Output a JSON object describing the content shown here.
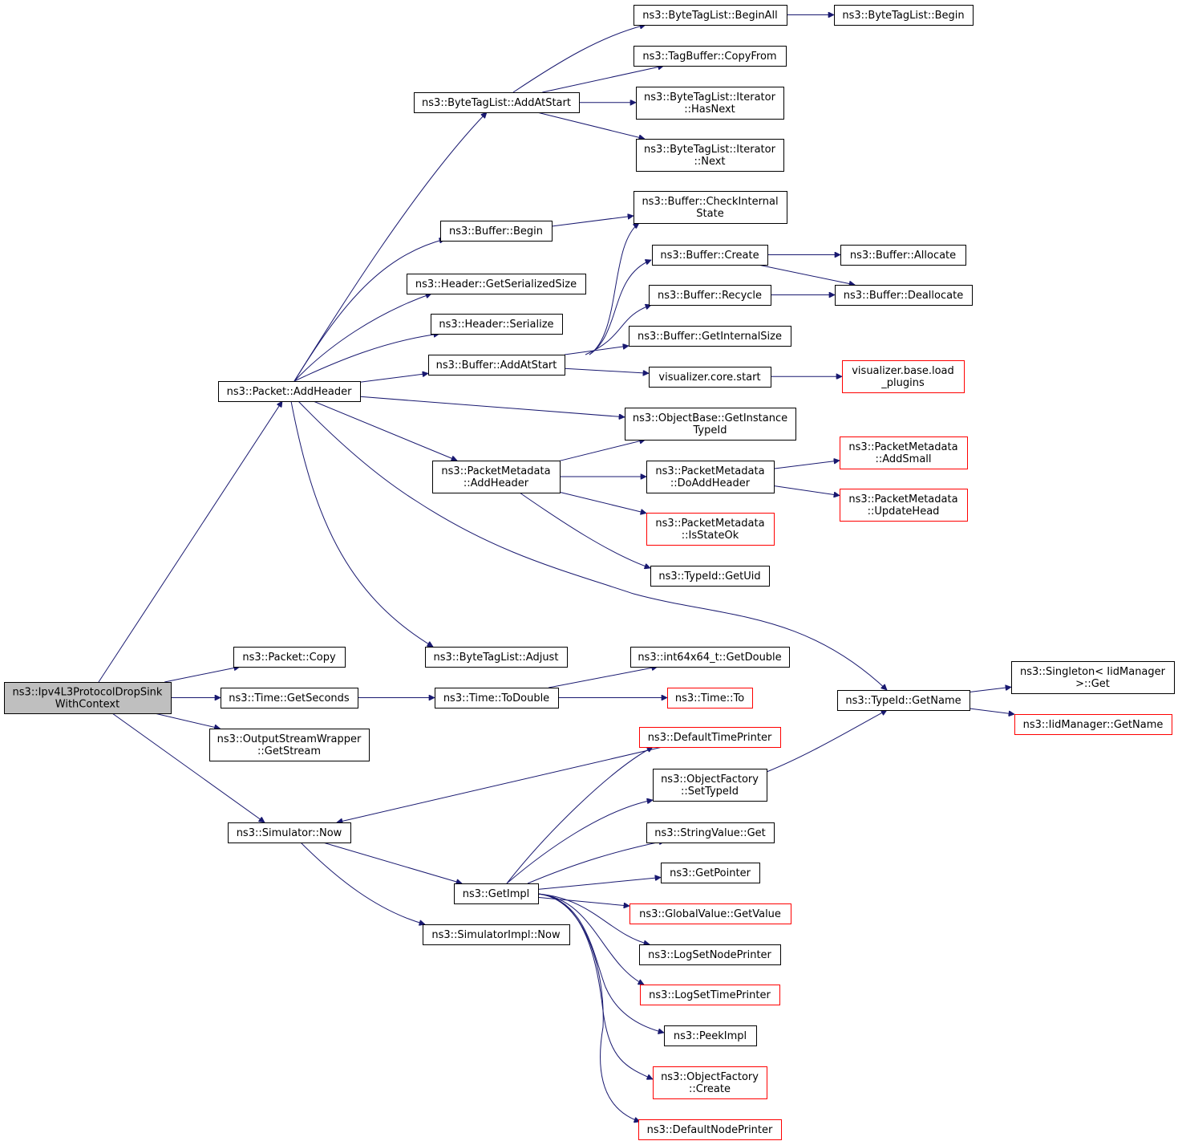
{
  "colors": {
    "edge": "#191970",
    "border_normal": "#000000",
    "border_truncated": "#ff0000",
    "fill_root": "#bfbfbf",
    "fill_normal": "#ffffff"
  },
  "nodes": [
    {
      "id": "root",
      "lines": [
        "ns3::Ipv4L3ProtocolDropSink",
        "WithContext"
      ],
      "style": "root"
    },
    {
      "id": "packet_addheader",
      "lines": [
        "ns3::Packet::AddHeader"
      ],
      "style": "normal"
    },
    {
      "id": "packet_copy",
      "lines": [
        "ns3::Packet::Copy"
      ],
      "style": "normal"
    },
    {
      "id": "time_getseconds",
      "lines": [
        "ns3::Time::GetSeconds"
      ],
      "style": "normal"
    },
    {
      "id": "osw_getstream",
      "lines": [
        "ns3::OutputStreamWrapper",
        "::GetStream"
      ],
      "style": "normal"
    },
    {
      "id": "sim_now",
      "lines": [
        "ns3::Simulator::Now"
      ],
      "style": "normal"
    },
    {
      "id": "btl_addatstart",
      "lines": [
        "ns3::ByteTagList::AddAtStart"
      ],
      "style": "normal"
    },
    {
      "id": "buffer_begin",
      "lines": [
        "ns3::Buffer::Begin"
      ],
      "style": "normal"
    },
    {
      "id": "header_getsersize",
      "lines": [
        "ns3::Header::GetSerializedSize"
      ],
      "style": "normal"
    },
    {
      "id": "header_serialize",
      "lines": [
        "ns3::Header::Serialize"
      ],
      "style": "normal"
    },
    {
      "id": "buffer_addatstart",
      "lines": [
        "ns3::Buffer::AddAtStart"
      ],
      "style": "normal"
    },
    {
      "id": "pm_addheader",
      "lines": [
        "ns3::PacketMetadata",
        "::AddHeader"
      ],
      "style": "normal"
    },
    {
      "id": "btl_adjust",
      "lines": [
        "ns3::ByteTagList::Adjust"
      ],
      "style": "normal"
    },
    {
      "id": "time_todouble",
      "lines": [
        "ns3::Time::ToDouble"
      ],
      "style": "normal"
    },
    {
      "id": "getimpl",
      "lines": [
        "ns3::GetImpl"
      ],
      "style": "normal"
    },
    {
      "id": "simimpl_now",
      "lines": [
        "ns3::SimulatorImpl::Now"
      ],
      "style": "normal"
    },
    {
      "id": "btl_beginall",
      "lines": [
        "ns3::ByteTagList::BeginAll"
      ],
      "style": "normal"
    },
    {
      "id": "tagbuffer_copyfrom",
      "lines": [
        "ns3::TagBuffer::CopyFrom"
      ],
      "style": "normal"
    },
    {
      "id": "btl_iter_hasnext",
      "lines": [
        "ns3::ByteTagList::Iterator",
        "::HasNext"
      ],
      "style": "normal"
    },
    {
      "id": "btl_iter_next",
      "lines": [
        "ns3::ByteTagList::Iterator",
        "::Next"
      ],
      "style": "normal"
    },
    {
      "id": "buffer_checkinternal",
      "lines": [
        "ns3::Buffer::CheckInternal",
        "State"
      ],
      "style": "normal"
    },
    {
      "id": "buffer_create",
      "lines": [
        "ns3::Buffer::Create"
      ],
      "style": "normal"
    },
    {
      "id": "buffer_recycle",
      "lines": [
        "ns3::Buffer::Recycle"
      ],
      "style": "normal"
    },
    {
      "id": "buffer_getinternalsize",
      "lines": [
        "ns3::Buffer::GetInternalSize"
      ],
      "style": "normal"
    },
    {
      "id": "vis_core_start",
      "lines": [
        "visualizer.core.start"
      ],
      "style": "normal"
    },
    {
      "id": "objbase_getinstancetypeid",
      "lines": [
        "ns3::ObjectBase::GetInstance",
        "TypeId"
      ],
      "style": "normal"
    },
    {
      "id": "pm_doaddheader",
      "lines": [
        "ns3::PacketMetadata",
        "::DoAddHeader"
      ],
      "style": "normal"
    },
    {
      "id": "pm_isstateok",
      "lines": [
        "ns3::PacketMetadata",
        "::IsStateOk"
      ],
      "style": "truncated"
    },
    {
      "id": "typeid_getuid",
      "lines": [
        "ns3::TypeId::GetUid"
      ],
      "style": "normal"
    },
    {
      "id": "int64_getdouble",
      "lines": [
        "ns3::int64x64_t::GetDouble"
      ],
      "style": "normal"
    },
    {
      "id": "time_to",
      "lines": [
        "ns3::Time::To"
      ],
      "style": "truncated"
    },
    {
      "id": "defaulttimeprinter",
      "lines": [
        "ns3::DefaultTimePrinter"
      ],
      "style": "truncated"
    },
    {
      "id": "objfactory_settypeid",
      "lines": [
        "ns3::ObjectFactory",
        "::SetTypeId"
      ],
      "style": "normal"
    },
    {
      "id": "stringvalue_get",
      "lines": [
        "ns3::StringValue::Get"
      ],
      "style": "normal"
    },
    {
      "id": "getpointer",
      "lines": [
        "ns3::GetPointer"
      ],
      "style": "normal"
    },
    {
      "id": "globalvalue_getvalue",
      "lines": [
        "ns3::GlobalValue::GetValue"
      ],
      "style": "truncated"
    },
    {
      "id": "logsetnodeprinter",
      "lines": [
        "ns3::LogSetNodePrinter"
      ],
      "style": "normal"
    },
    {
      "id": "logsettimeprinter",
      "lines": [
        "ns3::LogSetTimePrinter"
      ],
      "style": "truncated"
    },
    {
      "id": "peekimpl",
      "lines": [
        "ns3::PeekImpl"
      ],
      "style": "normal"
    },
    {
      "id": "objfactory_create",
      "lines": [
        "ns3::ObjectFactory",
        "::Create"
      ],
      "style": "truncated"
    },
    {
      "id": "defaultnodeprinter",
      "lines": [
        "ns3::DefaultNodePrinter"
      ],
      "style": "truncated"
    },
    {
      "id": "btl_begin",
      "lines": [
        "ns3::ByteTagList::Begin"
      ],
      "style": "normal"
    },
    {
      "id": "buffer_allocate",
      "lines": [
        "ns3::Buffer::Allocate"
      ],
      "style": "normal"
    },
    {
      "id": "buffer_deallocate",
      "lines": [
        "ns3::Buffer::Deallocate"
      ],
      "style": "normal"
    },
    {
      "id": "vis_base_loadplugins",
      "lines": [
        "visualizer.base.load",
        "_plugins"
      ],
      "style": "truncated"
    },
    {
      "id": "pm_addsmall",
      "lines": [
        "ns3::PacketMetadata",
        "::AddSmall"
      ],
      "style": "truncated"
    },
    {
      "id": "pm_updatehead",
      "lines": [
        "ns3::PacketMetadata",
        "::UpdateHead"
      ],
      "style": "truncated"
    },
    {
      "id": "typeid_getname",
      "lines": [
        "ns3::TypeId::GetName"
      ],
      "style": "normal"
    },
    {
      "id": "singleton_get",
      "lines": [
        "ns3::Singleton< IidManager",
        ">::Get"
      ],
      "style": "normal"
    },
    {
      "id": "iidmanager_getname",
      "lines": [
        "ns3::IidManager::GetName"
      ],
      "style": "truncated"
    }
  ],
  "edges": [
    [
      "root",
      "packet_addheader"
    ],
    [
      "root",
      "packet_copy"
    ],
    [
      "root",
      "time_getseconds"
    ],
    [
      "root",
      "osw_getstream"
    ],
    [
      "root",
      "sim_now"
    ],
    [
      "packet_addheader",
      "btl_addatstart"
    ],
    [
      "packet_addheader",
      "buffer_begin"
    ],
    [
      "packet_addheader",
      "header_getsersize"
    ],
    [
      "packet_addheader",
      "header_serialize"
    ],
    [
      "packet_addheader",
      "buffer_addatstart"
    ],
    [
      "packet_addheader",
      "objbase_getinstancetypeid"
    ],
    [
      "packet_addheader",
      "pm_addheader"
    ],
    [
      "packet_addheader",
      "btl_adjust"
    ],
    [
      "packet_addheader",
      "typeid_getname"
    ],
    [
      "btl_addatstart",
      "btl_beginall"
    ],
    [
      "btl_addatstart",
      "tagbuffer_copyfrom"
    ],
    [
      "btl_addatstart",
      "btl_iter_hasnext"
    ],
    [
      "btl_addatstart",
      "btl_iter_next"
    ],
    [
      "btl_beginall",
      "btl_begin"
    ],
    [
      "buffer_begin",
      "buffer_checkinternal"
    ],
    [
      "buffer_addatstart",
      "buffer_checkinternal"
    ],
    [
      "buffer_addatstart",
      "buffer_create"
    ],
    [
      "buffer_addatstart",
      "buffer_recycle"
    ],
    [
      "buffer_addatstart",
      "buffer_getinternalsize"
    ],
    [
      "buffer_addatstart",
      "vis_core_start"
    ],
    [
      "buffer_create",
      "buffer_allocate"
    ],
    [
      "buffer_create",
      "buffer_deallocate"
    ],
    [
      "buffer_recycle",
      "buffer_deallocate"
    ],
    [
      "vis_core_start",
      "vis_base_loadplugins"
    ],
    [
      "pm_addheader",
      "objbase_getinstancetypeid"
    ],
    [
      "pm_addheader",
      "pm_doaddheader"
    ],
    [
      "pm_addheader",
      "pm_isstateok"
    ],
    [
      "pm_addheader",
      "typeid_getuid"
    ],
    [
      "pm_doaddheader",
      "pm_addsmall"
    ],
    [
      "pm_doaddheader",
      "pm_updatehead"
    ],
    [
      "time_getseconds",
      "time_todouble"
    ],
    [
      "time_todouble",
      "int64_getdouble"
    ],
    [
      "time_todouble",
      "time_to"
    ],
    [
      "sim_now",
      "getimpl"
    ],
    [
      "sim_now",
      "simimpl_now"
    ],
    [
      "getimpl",
      "defaulttimeprinter"
    ],
    [
      "getimpl",
      "objfactory_settypeid"
    ],
    [
      "getimpl",
      "stringvalue_get"
    ],
    [
      "getimpl",
      "getpointer"
    ],
    [
      "getimpl",
      "globalvalue_getvalue"
    ],
    [
      "getimpl",
      "logsetnodeprinter"
    ],
    [
      "getimpl",
      "logsettimeprinter"
    ],
    [
      "getimpl",
      "peekimpl"
    ],
    [
      "getimpl",
      "objfactory_create"
    ],
    [
      "getimpl",
      "defaultnodeprinter"
    ],
    [
      "defaulttimeprinter",
      "sim_now"
    ],
    [
      "objfactory_settypeid",
      "typeid_getname"
    ],
    [
      "typeid_getname",
      "singleton_get"
    ],
    [
      "typeid_getname",
      "iidmanager_getname"
    ]
  ]
}
